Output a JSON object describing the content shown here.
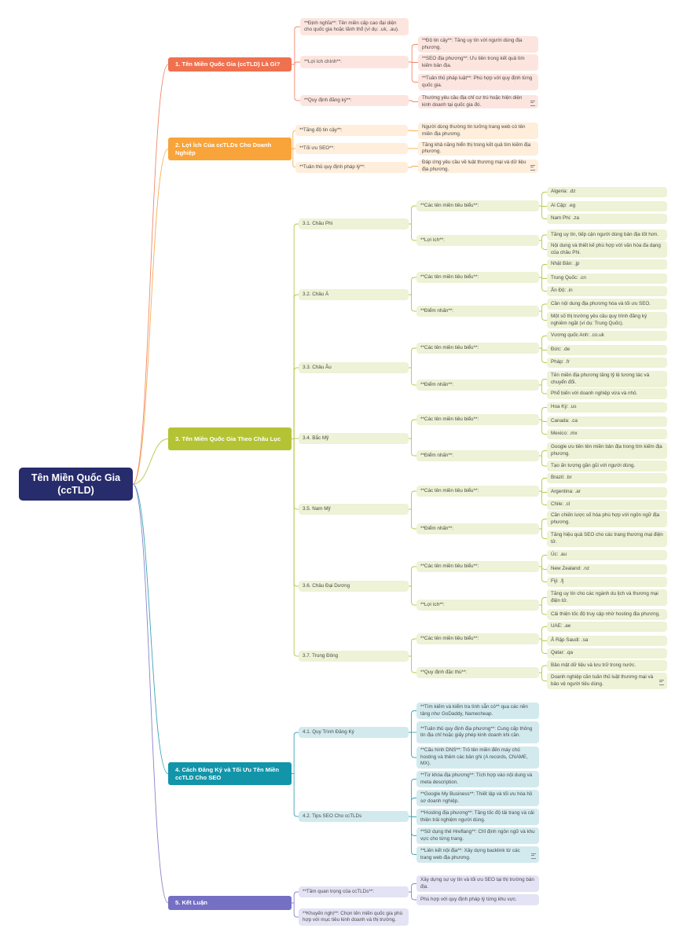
{
  "root": {
    "label": "Tên Miền Quốc Gia (ccTLD)"
  },
  "branches": [
    {
      "label": "1. Tên Miền Quốc Gia (ccTLD) Là Gì?",
      "color": "#f0714f",
      "light": "#fde5df",
      "line": "#f3876b",
      "children": [
        {
          "label": "**Định nghĩa**: Tên miền cấp cao đại diện cho quốc gia hoặc lãnh thổ (ví dụ: .uk, .au).",
          "children": []
        },
        {
          "label": "**Lợi ích chính**:",
          "children": [
            {
              "label": "**Độ tin cậy**: Tăng uy tín với người dùng địa phương.",
              "children": []
            },
            {
              "label": "**SEO địa phương**: Ưu tiên trong kết quả tìm kiếm bản địa.",
              "children": []
            },
            {
              "label": "**Tuân thủ pháp luật**: Phù hợp với quy định từng quốc gia.",
              "children": []
            }
          ]
        },
        {
          "label": "**Quy định đăng ký**:",
          "children": [
            {
              "label": "Thường yêu cầu địa chỉ cư trú hoặc hiện diện kinh doanh tại quốc gia đó.",
              "note": true,
              "children": []
            }
          ]
        }
      ]
    },
    {
      "label": "2. Lợi Ích Của ccTLDs Cho Doanh Nghiệp",
      "color": "#f8a43a",
      "light": "#feeedb",
      "line": "#f8ad52",
      "children": [
        {
          "label": "**Tăng độ tin cậy**:",
          "children": [
            {
              "label": "Người dùng thường tin tưởng trang web có tên miền địa phương.",
              "children": []
            }
          ]
        },
        {
          "label": "**Tối ưu SEO**:",
          "children": [
            {
              "label": "Tăng khả năng hiển thị trong kết quả tìm kiếm địa phương.",
              "children": []
            }
          ]
        },
        {
          "label": "**Tuân thủ quy định pháp lý**:",
          "children": [
            {
              "label": "Đáp ứng yêu cầu về luật thương mại và dữ liệu địa phương.",
              "note": true,
              "children": []
            }
          ]
        }
      ]
    },
    {
      "label": "3. Tên Miền Quốc Gia Theo Châu Lục",
      "color": "#b3c334",
      "light": "#eef2d6",
      "line": "#b8c74a",
      "children": [
        {
          "label": "3.1. Châu Phi",
          "children": [
            {
              "label": "**Các tên miền tiêu biểu**:",
              "children": [
                {
                  "label": "Algeria: .dz"
                },
                {
                  "label": "Ai Cập: .eg"
                },
                {
                  "label": "Nam Phi: .za"
                }
              ]
            },
            {
              "label": "**Lợi ích**:",
              "children": [
                {
                  "label": "Tăng uy tín, tiếp cận người dùng bản địa tốt hơn."
                },
                {
                  "label": "Nội dung và thiết kế phù hợp với văn hóa đa dạng của châu Phi."
                }
              ]
            }
          ]
        },
        {
          "label": "3.2. Châu Á",
          "children": [
            {
              "label": "**Các tên miền tiêu biểu**:",
              "children": [
                {
                  "label": "Nhật Bản: .jp"
                },
                {
                  "label": "Trung Quốc: .cn"
                },
                {
                  "label": "Ấn Độ: .in"
                }
              ]
            },
            {
              "label": "**Điểm nhấn**:",
              "children": [
                {
                  "label": "Cần nội dung địa phương hóa và tối ưu SEO."
                },
                {
                  "label": "Một số thị trường yêu cầu quy trình đăng ký nghiêm ngặt (ví dụ: Trung Quốc)."
                }
              ]
            }
          ]
        },
        {
          "label": "3.3. Châu Âu",
          "children": [
            {
              "label": "**Các tên miền tiêu biểu**:",
              "children": [
                {
                  "label": "Vương quốc Anh: .co.uk"
                },
                {
                  "label": "Đức: .de"
                },
                {
                  "label": "Pháp: .fr"
                }
              ]
            },
            {
              "label": "**Điểm nhấn**:",
              "children": [
                {
                  "label": "Tên miền địa phương tăng tỷ lệ tương tác và chuyển đổi."
                },
                {
                  "label": "Phổ biến với doanh nghiệp vừa và nhỏ."
                }
              ]
            }
          ]
        },
        {
          "label": "3.4. Bắc Mỹ",
          "children": [
            {
              "label": "**Các tên miền tiêu biểu**:",
              "children": [
                {
                  "label": "Hoa Kỳ: .us"
                },
                {
                  "label": "Canada: .ca"
                },
                {
                  "label": "Mexico: .mx"
                }
              ]
            },
            {
              "label": "**Điểm nhấn**:",
              "children": [
                {
                  "label": "Google ưu tiên tên miền bản địa trong tìm kiếm địa phương."
                },
                {
                  "label": "Tạo ấn tượng gần gũi với người dùng."
                }
              ]
            }
          ]
        },
        {
          "label": "3.5. Nam Mỹ",
          "children": [
            {
              "label": "**Các tên miền tiêu biểu**:",
              "children": [
                {
                  "label": "Brazil: .br"
                },
                {
                  "label": "Argentina: .ar"
                },
                {
                  "label": "Chile: .cl"
                }
              ]
            },
            {
              "label": "**Điểm nhấn**:",
              "children": [
                {
                  "label": "Cần chiến lược số hóa phù hợp với ngôn ngữ địa phương."
                },
                {
                  "label": "Tăng hiệu quả SEO cho các trang thương mại điện tử."
                }
              ]
            }
          ]
        },
        {
          "label": "3.6. Châu Đại Dương",
          "children": [
            {
              "label": "**Các tên miền tiêu biểu**:",
              "children": [
                {
                  "label": "Úc: .au"
                },
                {
                  "label": "New Zealand: .nz"
                },
                {
                  "label": "Fiji: .fj"
                }
              ]
            },
            {
              "label": "**Lợi ích**:",
              "children": [
                {
                  "label": "Tăng uy tín cho các ngành du lịch và thương mại điện tử."
                },
                {
                  "label": "Cải thiện tốc độ truy cập nhờ hosting địa phương."
                }
              ]
            }
          ]
        },
        {
          "label": "3.7. Trung Đông",
          "children": [
            {
              "label": "**Các tên miền tiêu biểu**:",
              "children": [
                {
                  "label": "UAE: .ae"
                },
                {
                  "label": "Ả Rập Saudi: .sa"
                },
                {
                  "label": "Qatar: .qa"
                }
              ]
            },
            {
              "label": "**Quy định đặc thù**:",
              "children": [
                {
                  "label": "Bảo mật dữ liệu và lưu trữ trong nước."
                },
                {
                  "label": "Doanh nghiệp cần tuân thủ luật thương mại và bảo vệ người tiêu dùng.",
                  "note": true
                }
              ]
            }
          ]
        }
      ]
    },
    {
      "label": "4. Cách Đăng Ký và Tối Ưu Tên Miền ccTLD Cho SEO",
      "color": "#1295a9",
      "light": "#d2eaee",
      "line": "#3aa5b6",
      "children": [
        {
          "label": "4.1. Quy Trình Đăng Ký",
          "children": [
            {
              "label": "**Tìm kiếm và kiểm tra tình sẵn có** qua các nền tảng như GoDaddy, Namecheap."
            },
            {
              "label": "**Tuân thủ quy định địa phương**: Cung cấp thông tin địa chỉ hoặc giấy phép kinh doanh khi cần."
            },
            {
              "label": "**Cấu hình DNS**: Trỏ tên miền đến máy chủ hosting và thêm các bản ghi (A records, CNAME, MX)."
            }
          ]
        },
        {
          "label": "4.2. Tips SEO Cho ccTLDs",
          "children": [
            {
              "label": "**Từ khóa địa phương**: Tích hợp vào nội dung và meta description."
            },
            {
              "label": "**Google My Business**: Thiết lập và tối ưu hóa hồ sơ doanh nghiệp."
            },
            {
              "label": "**Hosting địa phương**: Tăng tốc độ tải trang và cải thiện trải nghiệm người dùng."
            },
            {
              "label": "**Sử dụng thẻ Hreflang**: Chỉ định ngôn ngữ và khu vực cho từng trang."
            },
            {
              "label": "**Liên kết nội địa**: Xây dựng backlink từ các trang web địa phương.",
              "note": true
            }
          ]
        }
      ]
    },
    {
      "label": "5. Kết Luận",
      "color": "#7570c4",
      "light": "#e4e3f5",
      "line": "#8884cc",
      "children": [
        {
          "label": "**Tầm quan trọng của ccTLDs**:",
          "children": [
            {
              "label": "Xây dựng sự uy tín và tối ưu SEO tại thị trường bản địa."
            },
            {
              "label": "Phù hợp với quy định pháp lý từng khu vực."
            }
          ]
        },
        {
          "label": "**Khuyến nghị**: Chọn tên miền quốc gia phù hợp với mục tiêu kinh doanh và thị trường.",
          "children": []
        }
      ]
    }
  ]
}
